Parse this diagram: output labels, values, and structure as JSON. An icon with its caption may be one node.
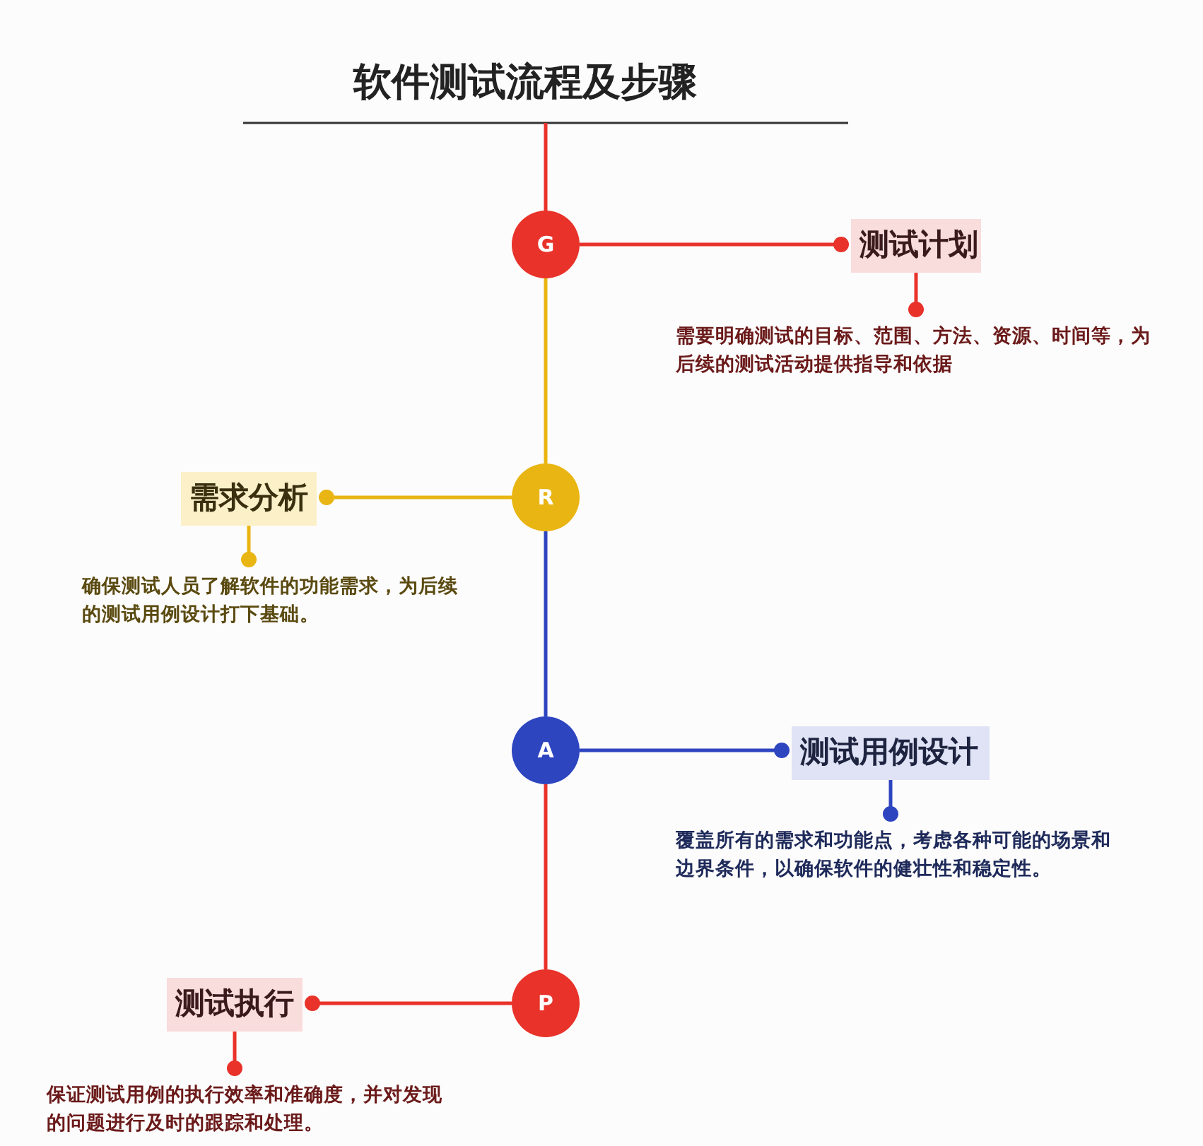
{
  "diagram": {
    "title": "软件测试流程及步骤",
    "nodes": [
      {
        "text": [
          "G"
        ]
      },
      {
        "text": [
          "测试计划"
        ]
      },
      {
        "text": [
          "需要明确测试的目标、范围、方法、资源、时间等，为后续的测试活动提供指导和依据"
        ]
      },
      {
        "text": [
          "R"
        ]
      },
      {
        "text": [
          "需求分析"
        ]
      },
      {
        "text": [
          "确保测试人员了解软件的功能需求，为后续的测试用例设计打下基础。"
        ]
      },
      {
        "text": [
          "A"
        ]
      },
      {
        "text": [
          "测试用例设计"
        ]
      },
      {
        "text": [
          "覆盖所有的需求和功能点，考虑各种可能的场景和边界条件，以确保软件的健壮性和稳定性。"
        ]
      },
      {
        "text": [
          "P"
        ]
      },
      {
        "text": [
          "测试执行"
        ]
      },
      {
        "text": [
          "保证测试用例的执行效率和准确度，并对发现的问题进行及时的跟踪和处理。"
        ]
      }
    ],
    "edges": [
      {
        "from": null,
        "to": 0,
        "arrow": "none"
      },
      {
        "from": 0,
        "to": 1,
        "arrow": "other"
      },
      {
        "from": 1,
        "to": 2,
        "arrow": "other"
      },
      {
        "from": 0,
        "to": 3,
        "arrow": "none",
        "color": "#e9b512"
      },
      {
        "from": 3,
        "to": 4,
        "arrow": "other",
        "color": "#e9b512"
      },
      {
        "from": 4,
        "to": 5,
        "arrow": "other",
        "color": "#e9b512"
      },
      {
        "from": 3,
        "to": 6,
        "arrow": "none",
        "color": "#2e45c0"
      },
      {
        "from": 6,
        "to": 7,
        "arrow": "other",
        "color": "#2e45c0"
      },
      {
        "from": 7,
        "to": 8,
        "arrow": "other",
        "color": "#2e45c0"
      },
      {
        "from": 6,
        "to": 9,
        "arrow": "none"
      },
      {
        "from": 9,
        "to": 10,
        "arrow": "other"
      },
      {
        "from": 10,
        "to": 11,
        "arrow": "other"
      }
    ]
  }
}
